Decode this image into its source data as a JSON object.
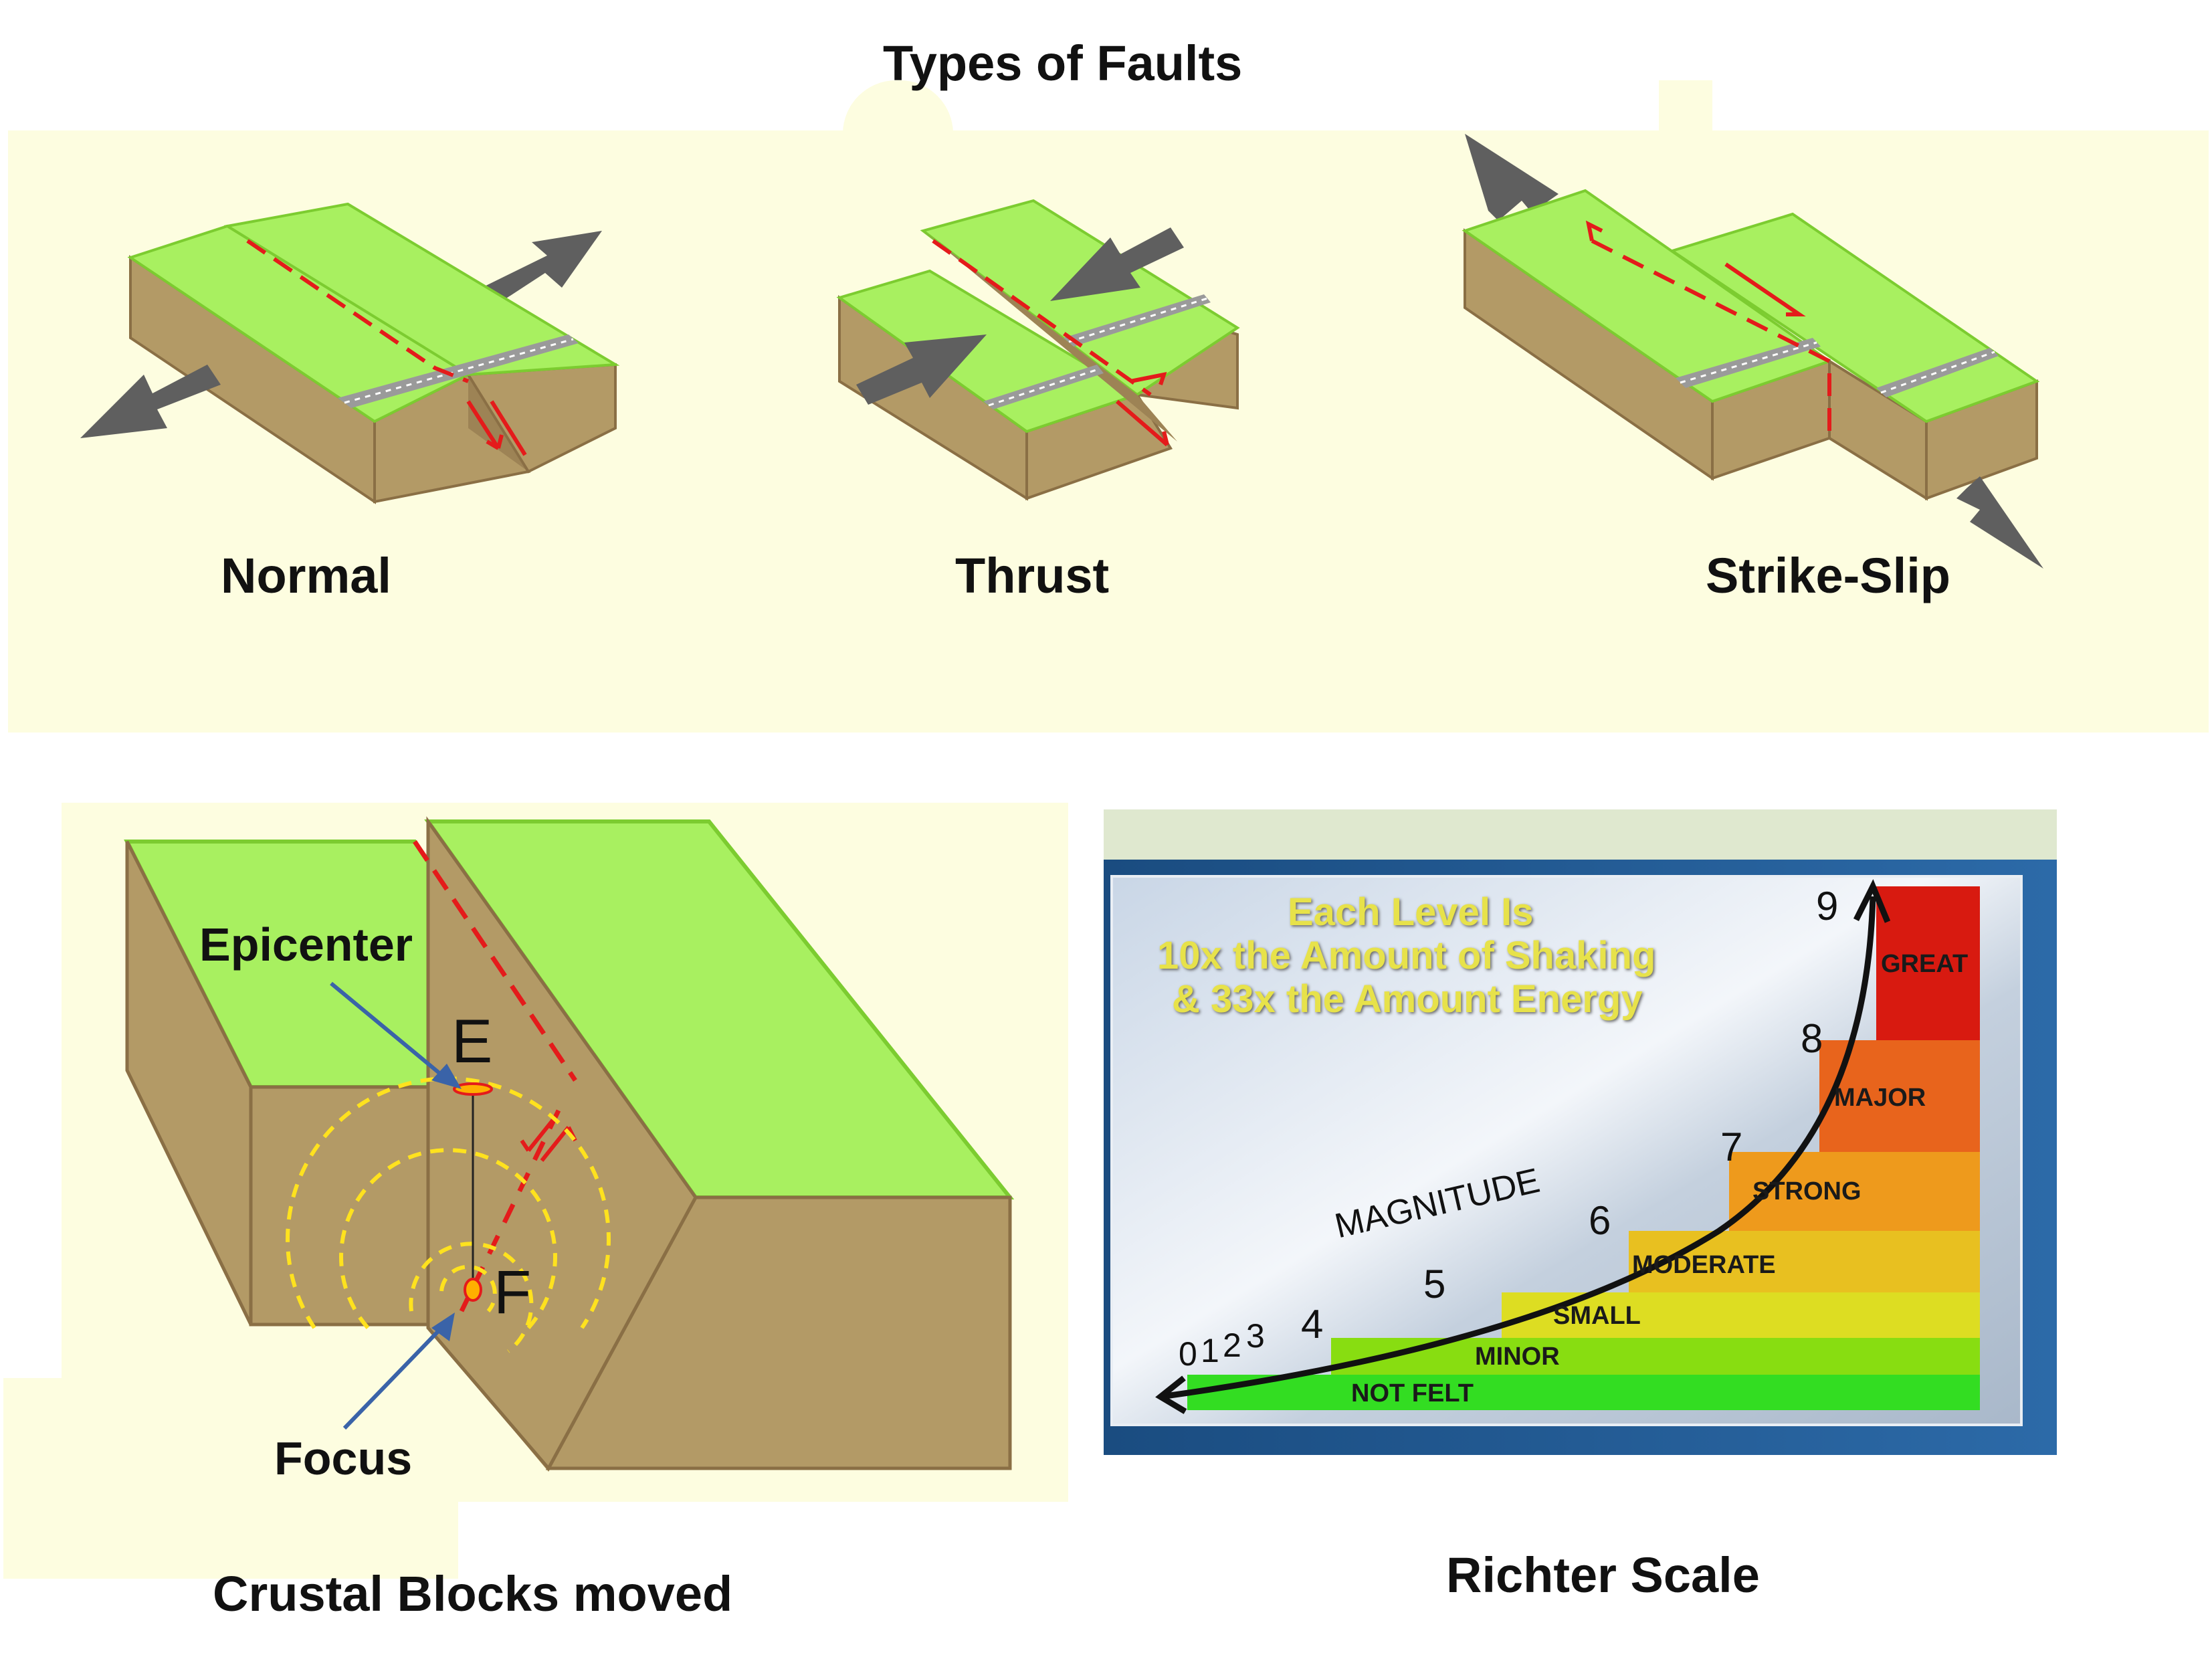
{
  "title": "Types of Faults",
  "faults": [
    {
      "label": "Normal"
    },
    {
      "label": "Thrust"
    },
    {
      "label": "Strike-Slip"
    }
  ],
  "crustal": {
    "epicenter_label": "Epicenter",
    "focus_label": "Focus",
    "e_letter": "E",
    "f_letter": "F",
    "caption": "Crustal Blocks moved"
  },
  "richter": {
    "caption": "Richter Scale",
    "heading_lines": [
      "Each Level Is",
      "10x the Amount of Shaking",
      "& 33x the Amount Energy"
    ],
    "axis_label": "MAGNITUDE",
    "magnitudes": [
      "0",
      "1",
      "2",
      "3",
      "4",
      "5",
      "6",
      "7",
      "8",
      "9"
    ],
    "categories": [
      "NOT FELT",
      "MINOR",
      "SMALL",
      "MODERATE",
      "STRONG",
      "MAJOR",
      "GREAT"
    ],
    "category_colors": [
      "#33dd22",
      "#88dd11",
      "#dddd22",
      "#e8c020",
      "#ee9a1c",
      "#e8641c",
      "#d81a10"
    ]
  },
  "colors": {
    "panel_bg": "#fdfde0",
    "grass": "#a8f060",
    "grass_edge": "#7ccc30",
    "earth": "#b39a66",
    "earth_dark": "#8a6f45",
    "fault_red": "#e41b1b",
    "arrow_gray": "#5f5f5f",
    "wave_yellow": "#ffe21e",
    "pointer_blue": "#3a63a8"
  }
}
